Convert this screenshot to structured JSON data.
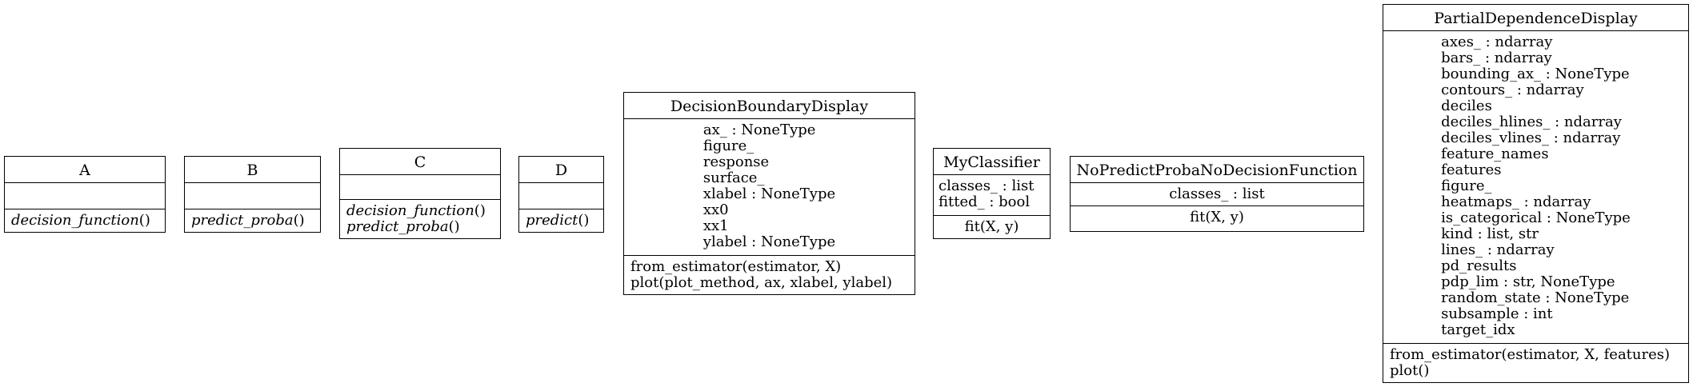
{
  "classes": {
    "A": {
      "name": "A",
      "methods": [
        {
          "name": "decision_function",
          "args": "()"
        }
      ]
    },
    "B": {
      "name": "B",
      "methods": [
        {
          "name": "predict_proba",
          "args": "()"
        }
      ]
    },
    "C": {
      "name": "C",
      "methods": [
        {
          "name": "decision_function",
          "args": "()"
        },
        {
          "name": "predict_proba",
          "args": "()"
        }
      ]
    },
    "D": {
      "name": "D",
      "methods": [
        {
          "name": "predict",
          "args": "()"
        }
      ]
    },
    "DecisionBoundaryDisplay": {
      "name": "DecisionBoundaryDisplay",
      "attributes": [
        "ax_ : NoneType",
        "figure_",
        "response",
        "surface_",
        "xlabel : NoneType",
        "xx0",
        "xx1",
        "ylabel : NoneType"
      ],
      "methods": [
        "from_estimator(estimator, X)",
        "plot(plot_method, ax, xlabel, ylabel)"
      ]
    },
    "MyClassifier": {
      "name": "MyClassifier",
      "attributes": [
        "classes_ : list",
        "fitted_ : bool"
      ],
      "methods": [
        "fit(X, y)"
      ]
    },
    "NoPredictProbaNoDecisionFunction": {
      "name": "NoPredictProbaNoDecisionFunction",
      "attributes": [
        "classes_ : list"
      ],
      "methods": [
        "fit(X, y)"
      ]
    },
    "PartialDependenceDisplay": {
      "name": "PartialDependenceDisplay",
      "attributes": [
        "axes_ : ndarray",
        "bars_ : ndarray",
        "bounding_ax_ : NoneType",
        "contours_ : ndarray",
        "deciles",
        "deciles_hlines_ : ndarray",
        "deciles_vlines_ : ndarray",
        "feature_names",
        "features",
        "figure_",
        "heatmaps_ : ndarray",
        "is_categorical : NoneType",
        "kind : list, str",
        "lines_ : ndarray",
        "pd_results",
        "pdp_lim : str, NoneType",
        "random_state : NoneType",
        "subsample : int",
        "target_idx"
      ],
      "methods": [
        "from_estimator(estimator, X, features)",
        "plot()"
      ]
    }
  }
}
